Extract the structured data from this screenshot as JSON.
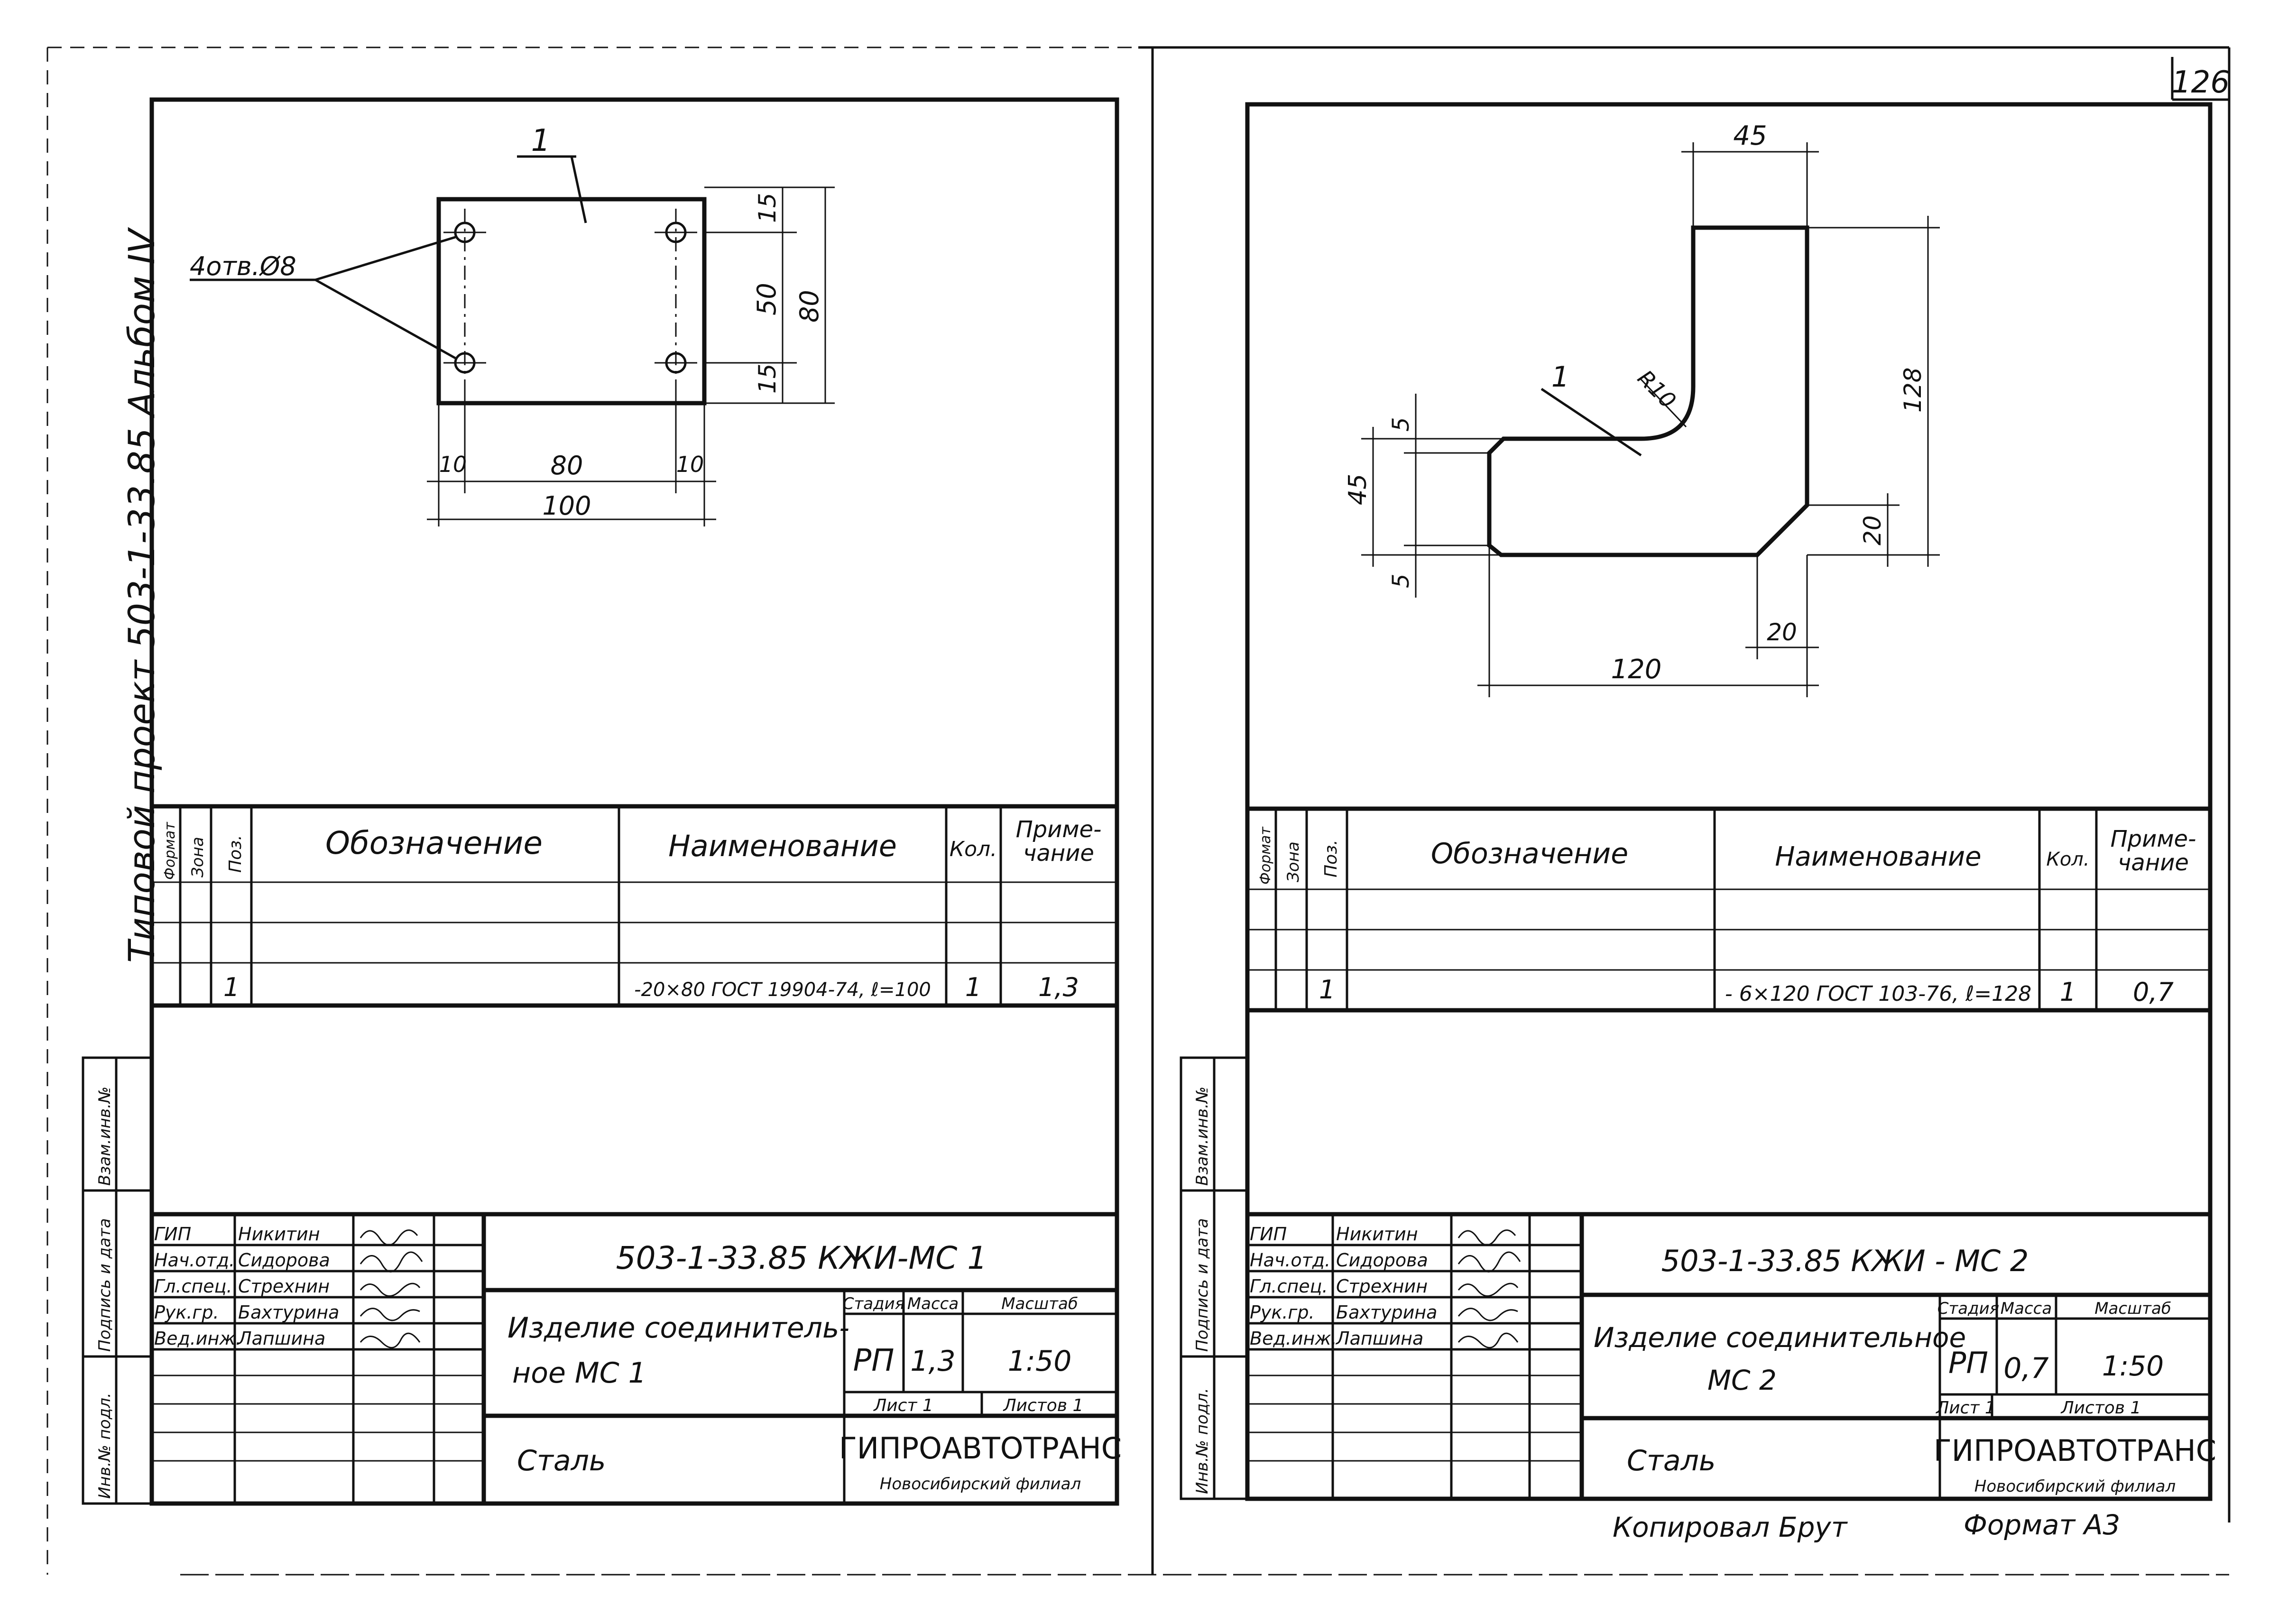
{
  "page_number": "126",
  "album_label": "Типовой проект 503-1-33.85   Альбом IV",
  "side_stamps": {
    "inv_podl": "Инв.№ подл.",
    "podpis_data": "Подпись и дата",
    "vzam_inv": "Взам.инв.№"
  },
  "spec_headers": {
    "format": "Формат",
    "zona": "Зона",
    "poz": "Поз.",
    "oboznachenie": "Обозначение",
    "naimenovanie": "Наименование",
    "kol": "Кол.",
    "primechanie_1": "Приме-",
    "primechanie_2": "чание"
  },
  "title_block_labels": {
    "stadiya": "Стадия",
    "massa": "Масса",
    "masshtab": "Масштаб",
    "list": "Лист 1",
    "listov": "Листов 1",
    "org": "ГИПРОАВТОТРАНС",
    "branch": "Новосибирский филиал"
  },
  "roles": [
    "ГИП",
    "Нач.отд.",
    "Гл.спец.",
    "Рук.гр.",
    "Вед.инж."
  ],
  "signers": [
    "Никитин",
    "Сидорова",
    "Стрехнин",
    "Бахтурина",
    "Лапшина"
  ],
  "left_sheet": {
    "drawing": {
      "pos_label": "1",
      "holes_callout": "4отв.Ø8",
      "dims": {
        "top": "15",
        "middle": "50",
        "bottom": "15",
        "total_height": "80",
        "left": "10",
        "center": "80",
        "right": "10",
        "total_width": "100"
      }
    },
    "spec_row": {
      "poz": "1",
      "naimenovanie": "-20×80 ГОСТ 19904-74, ℓ=100",
      "kol": "1",
      "primechanie": "1,3"
    },
    "title_block": {
      "code": "503-1-33.85   КЖИ-МС 1",
      "name_1": "Изделие соединитель-",
      "name_2": "ное  МС 1",
      "material": "Сталь",
      "stadiya": "РП",
      "massa": "1,3",
      "masshtab": "1:50"
    }
  },
  "right_sheet": {
    "drawing": {
      "pos_label": "1",
      "radius_label": "R10",
      "dims": {
        "top_width": "45",
        "height": "128",
        "chamfer_v": "20",
        "chamfer_h": "20",
        "bottom_width": "120",
        "left_height": "45",
        "left_top": "5",
        "left_bottom": "5"
      }
    },
    "spec_row": {
      "poz": "1",
      "naimenovanie": "- 6×120 ГОСТ 103-76, ℓ=128",
      "kol": "1",
      "primechanie": "0,7"
    },
    "title_block": {
      "code": "503-1-33.85  КЖИ - МС 2",
      "name_1": "Изделие соединительное",
      "name_2": "МС 2",
      "material": "Сталь",
      "stadiya": "РП",
      "massa": "0,7",
      "masshtab": "1:50"
    }
  },
  "footer": {
    "copied": "Копировал   Брут",
    "format": "Формат А3"
  }
}
